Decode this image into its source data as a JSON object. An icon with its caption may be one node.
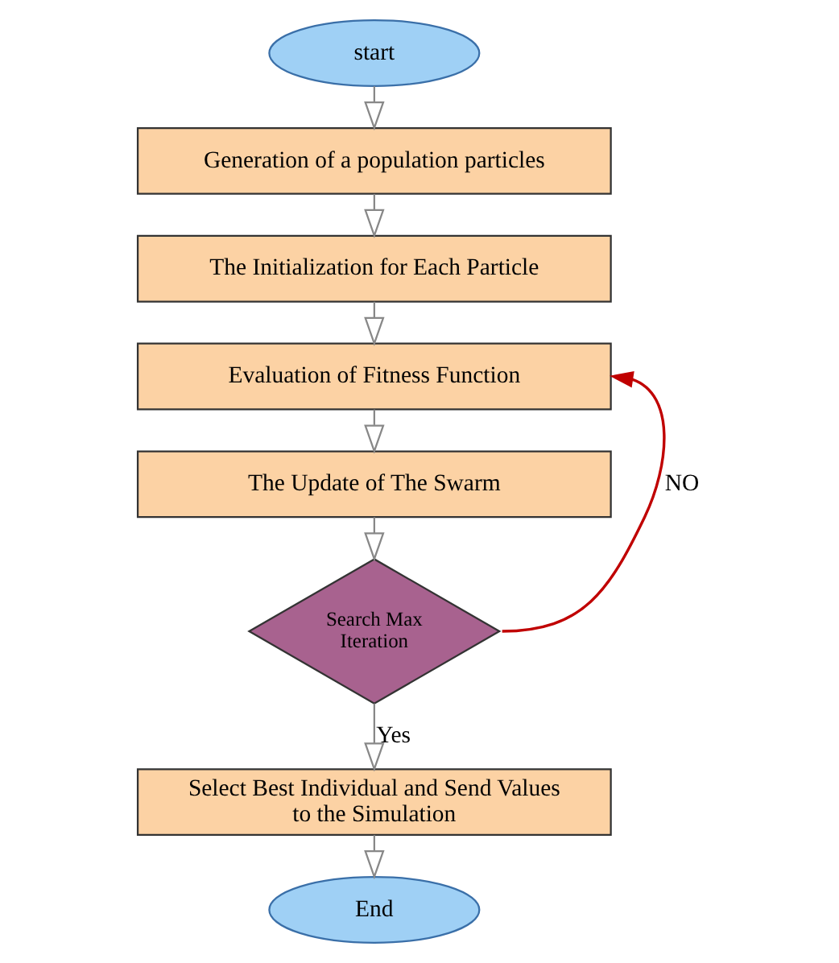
{
  "diagram": {
    "nodes": [
      {
        "text": [
          "start"
        ]
      },
      {
        "text": [
          "Generation of a population particles"
        ]
      },
      {
        "text": [
          "The Initialization for Each Particle"
        ]
      },
      {
        "text": [
          "Evaluation of Fitness Function"
        ]
      },
      {
        "text": [
          "The Update of The Swarm"
        ]
      },
      {
        "text": [
          "Search Max Iteration"
        ]
      },
      {
        "text": [
          "Select Best Individual and Send Values to the Simulation"
        ]
      },
      {
        "text": [
          "End"
        ]
      }
    ],
    "edges": [
      {
        "from": 0,
        "to": 1,
        "arrow": "to"
      },
      {
        "from": 1,
        "to": 2,
        "arrow": "to"
      },
      {
        "from": 2,
        "to": 3,
        "arrow": "to"
      },
      {
        "from": 3,
        "to": 4,
        "arrow": "to"
      },
      {
        "from": 4,
        "to": 5,
        "arrow": "to"
      },
      {
        "from": 5,
        "to": 6,
        "arrow": "to",
        "label": "Yes"
      },
      {
        "from": 6,
        "to": 7,
        "arrow": "to"
      },
      {
        "from": 5,
        "to": 3,
        "arrow": "to",
        "label": "NO",
        "color": "#c00000"
      }
    ]
  }
}
